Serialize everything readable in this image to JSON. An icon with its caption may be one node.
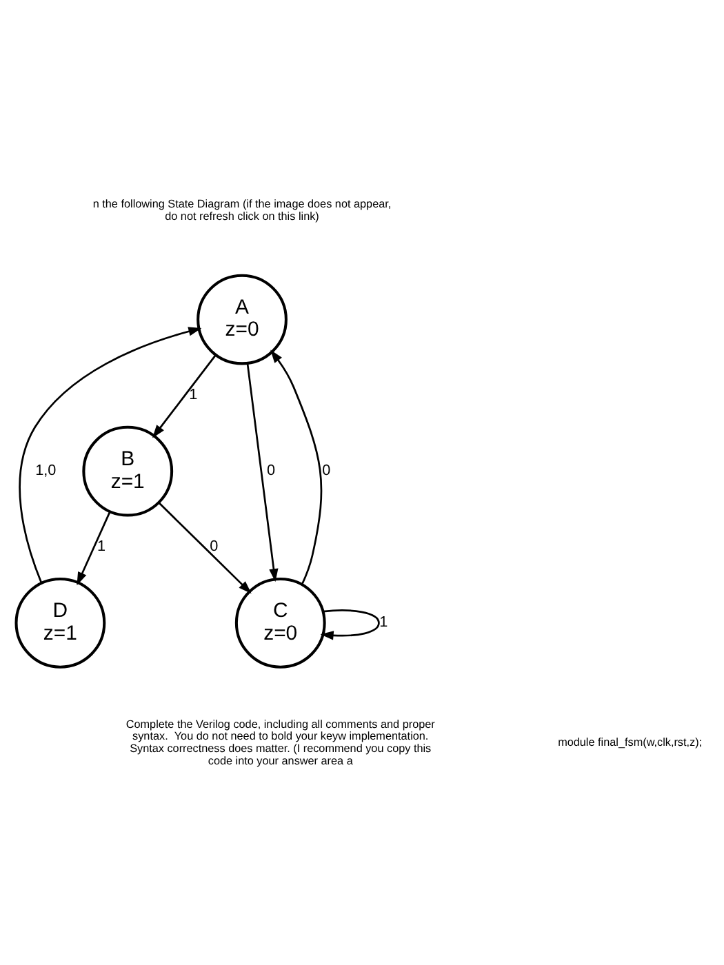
{
  "diagram": {
    "nodes": [
      {
        "text": [
          "A",
          "z=0"
        ]
      },
      {
        "text": [
          "D",
          "z=1"
        ]
      },
      {
        "text": [
          "B",
          "z=1"
        ]
      },
      {
        "text": [
          "C",
          "z=0"
        ]
      }
    ],
    "edges": [
      {
        "from": 1,
        "to": 0,
        "arrow": "to",
        "label": "1,0"
      },
      {
        "from": 0,
        "to": 2,
        "arrow": "to",
        "label": "1"
      },
      {
        "from": 0,
        "to": 3,
        "arrow": "to",
        "label": "0"
      },
      {
        "from": 3,
        "to": 0,
        "arrow": "to",
        "label": "0"
      },
      {
        "from": 2,
        "to": 3,
        "arrow": "to",
        "label": "0"
      },
      {
        "from": 3,
        "to": 3,
        "arrow": "to",
        "label": "1"
      },
      {
        "from": 2,
        "to": 1,
        "arrow": "to",
        "label": "1"
      }
    ],
    "labels": [
      "n the following State Diagram (if the image does not appear, do not refresh click on this link)",
      "Complete the Verilog code, including all comments and proper syntax.  You do not need to bold your keyw implementation. Syntax correctness does matter. (I recommend you copy this code into your answer area a",
      "module final_fsm(w,clk,rst,z);"
    ]
  }
}
